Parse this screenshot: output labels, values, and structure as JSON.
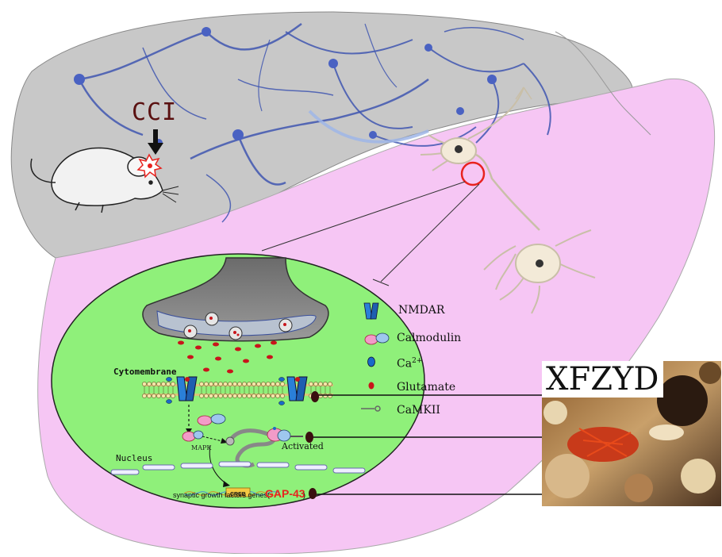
{
  "labels": {
    "injury": "CCI",
    "cytomembrane": "Cytomembrane",
    "nucleus": "Nucleus",
    "activated": "Activated",
    "mapk": "MAPK",
    "creb": "CREB",
    "genes_prefix": "synaptic growth factors genes(",
    "gene_name": "GAP-43",
    "genes_suffix": ")",
    "herbal_formula": "XFZYD"
  },
  "legend": {
    "nmdar": "NMDAR",
    "calmodulin": "Calmodulin",
    "calcium_base": "Ca",
    "calcium_sup": "2+",
    "glutamate": "Glutamate",
    "camkii": "CaMKII"
  },
  "colors": {
    "brain_gray": "#c8c8c8",
    "brain_pink": "#f6c6f4",
    "synapse_green": "#8ff07a",
    "receptor_blue": "#2a7fd8",
    "glutamate_red": "#c8151b",
    "highlight_red": "#e8231f",
    "calmodulin_pink": "#f29bc8",
    "neuron_cream": "#f3ead8"
  }
}
